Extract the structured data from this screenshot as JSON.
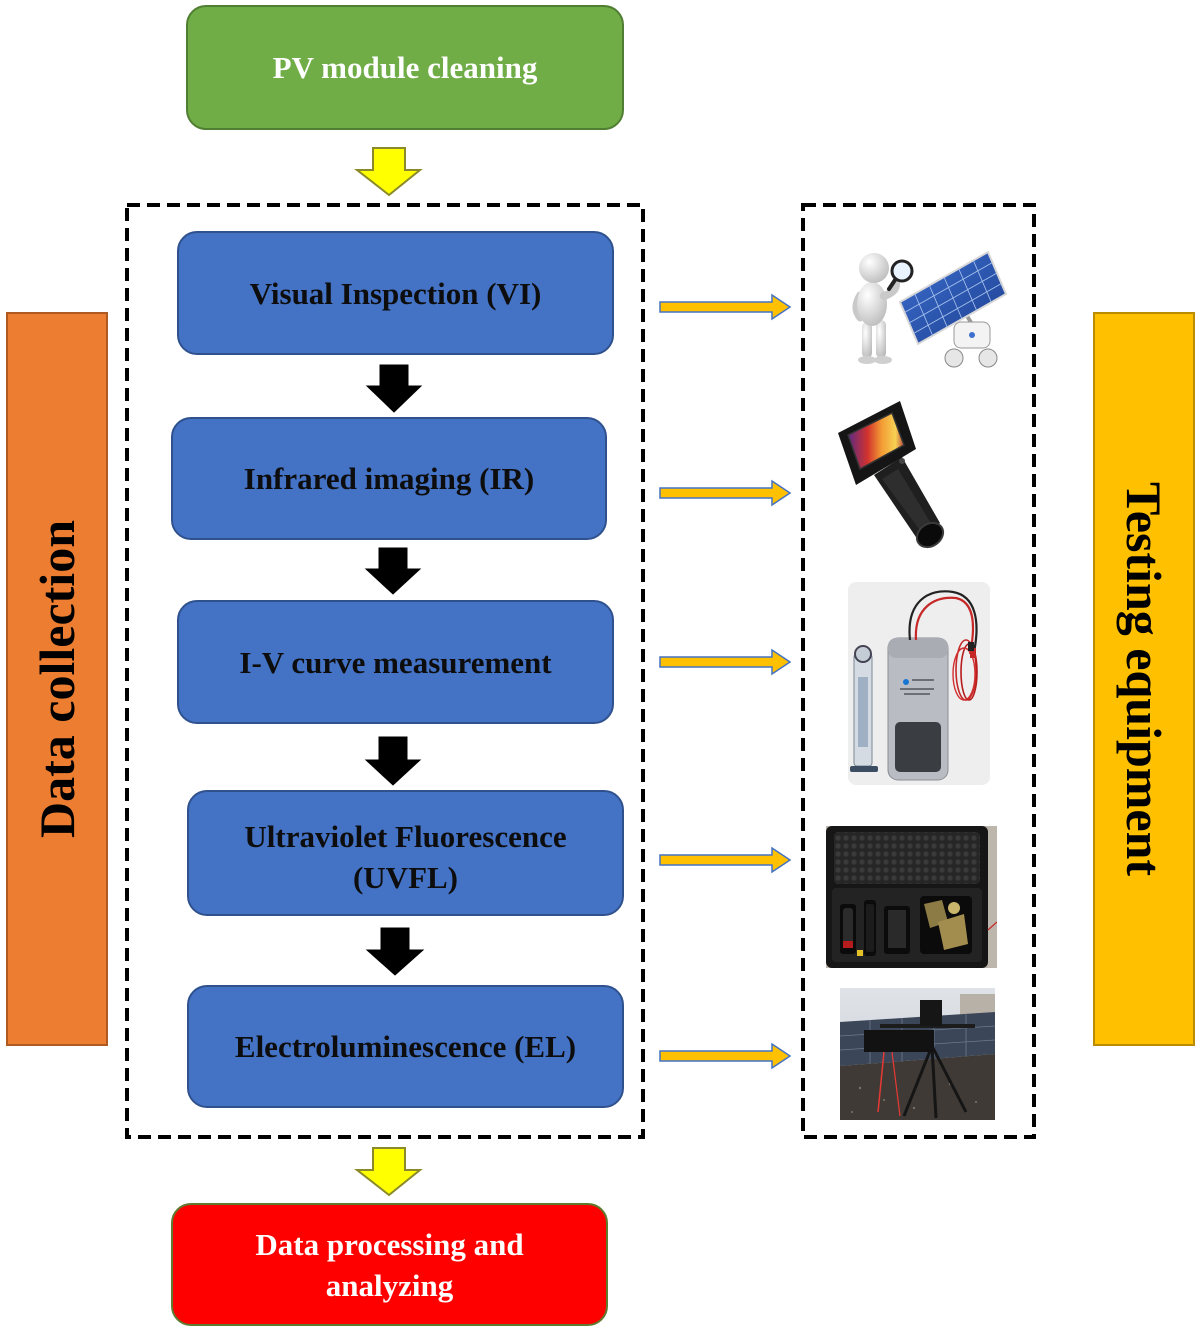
{
  "diagram": {
    "top_box": {
      "label": "PV module cleaning"
    },
    "steps": [
      {
        "lines": [
          "Visual Inspection (VI)"
        ]
      },
      {
        "lines": [
          "Infrared imaging (IR)"
        ]
      },
      {
        "lines": [
          "I-V curve measurement"
        ]
      },
      {
        "lines": [
          "Ultraviolet Fluorescence",
          "(UVFL)"
        ]
      },
      {
        "lines": [
          "Electroluminescence (EL)"
        ]
      }
    ],
    "bottom_box": {
      "lines": [
        "Data processing and",
        "analyzing"
      ]
    },
    "side_labels": {
      "left": "Data collection",
      "right": "Testing equipment"
    },
    "equipment_images": [
      {
        "icon": "visual-inspection-illustration"
      },
      {
        "icon": "thermal-camera-photo"
      },
      {
        "icon": "iv-curve-tracer-photo"
      },
      {
        "icon": "uv-fluorescence-kit-photo"
      },
      {
        "icon": "electroluminescence-setup-photo"
      }
    ]
  },
  "colors": {
    "green": "#70AD47",
    "blue": "#4472C4",
    "red": "#FF0000",
    "orange": "#ED7D31",
    "gold": "#FFC000",
    "yellow": "#FFFF00"
  }
}
